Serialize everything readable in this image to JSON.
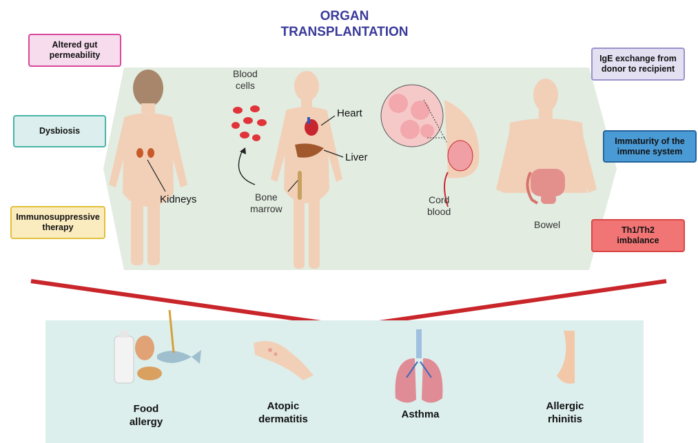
{
  "title": {
    "line1": "ORGAN",
    "line2": "TRANSPLANTATION"
  },
  "left_factors": [
    {
      "line1": "Altered gut",
      "line2": "permeability",
      "color": "#f7dcee",
      "border": "#d8479a"
    },
    {
      "line1": "Dysbiosis",
      "line2": "",
      "color": "#dcefee",
      "border": "#47b3a6"
    },
    {
      "line1": "Immunosuppressive",
      "line2": "therapy",
      "color": "#fbecc0",
      "border": "#e2bf3a"
    }
  ],
  "right_factors": [
    {
      "line1": "IgE exchange from",
      "line2": "donor to recipient",
      "color": "#e3e0f2",
      "border": "#9a92cc"
    },
    {
      "line1": "Immaturity of the",
      "line2": "immune system",
      "color": "#4a9ad6",
      "border": "#23639a"
    },
    {
      "line1": "Th1/Th2",
      "line2": "imbalance",
      "color": "#f27575",
      "border": "#d94545"
    }
  ],
  "organ_labels": {
    "kidneys": "Kidneys",
    "blood_cells": {
      "line1": "Blood",
      "line2": "cells"
    },
    "heart": "Heart",
    "liver": "Liver",
    "bone_marrow": {
      "line1": "Bone",
      "line2": "marrow"
    },
    "cord_blood": {
      "line1": "Cord",
      "line2": "blood"
    },
    "bowel": "Bowel"
  },
  "conditions": [
    {
      "line1": "Food",
      "line2": "allergy"
    },
    {
      "line1": "Atopic",
      "line2": "dermatitis"
    },
    {
      "line1": "Asthma",
      "line2": ""
    },
    {
      "line1": "Allergic",
      "line2": "rhinitis"
    }
  ],
  "colors": {
    "panel": "#e2ece1",
    "bottom_panel": "#dcefed",
    "chevron": "#c9262b",
    "title": "#3a3a9a",
    "skin": "#f2d0b8"
  }
}
